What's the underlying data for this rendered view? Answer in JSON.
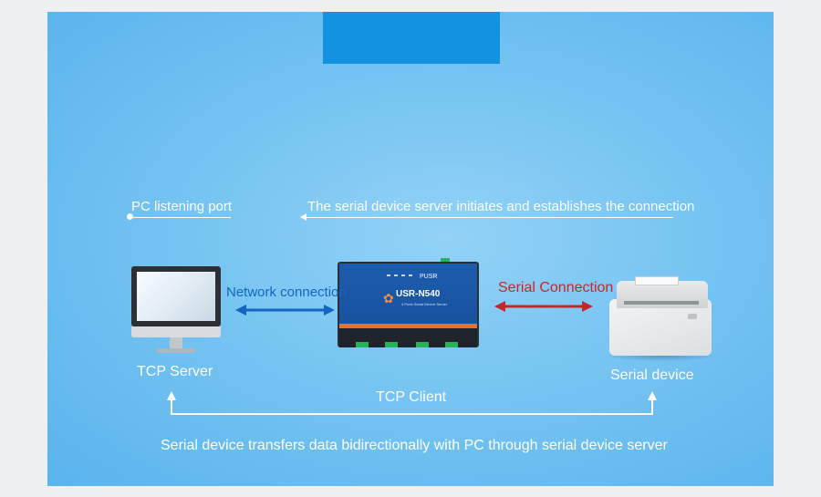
{
  "labels": {
    "pc_listening_port": "PC listening port",
    "initiates": "The serial device server initiates and establishes the connection",
    "network_connection": "Network connection",
    "serial_connection": "Serial Connection",
    "tcp_server": "TCP Server",
    "serial_device": "Serial device",
    "tcp_client": "TCP Client",
    "footer": "Serial device transfers data bidirectionally with PC through serial device server"
  },
  "device": {
    "brand": "PUSR",
    "model": "USR-N540",
    "subtitle": "4 Ports Serial Device Server"
  },
  "colors": {
    "header_tab": "#1392e0",
    "network_arrow": "#1565c0",
    "serial_arrow": "#c62828",
    "text": "#ffffff"
  },
  "icons": {
    "pc": "desktop-monitor-icon",
    "server": "serial-device-server-icon",
    "printer": "receipt-printer-icon"
  }
}
